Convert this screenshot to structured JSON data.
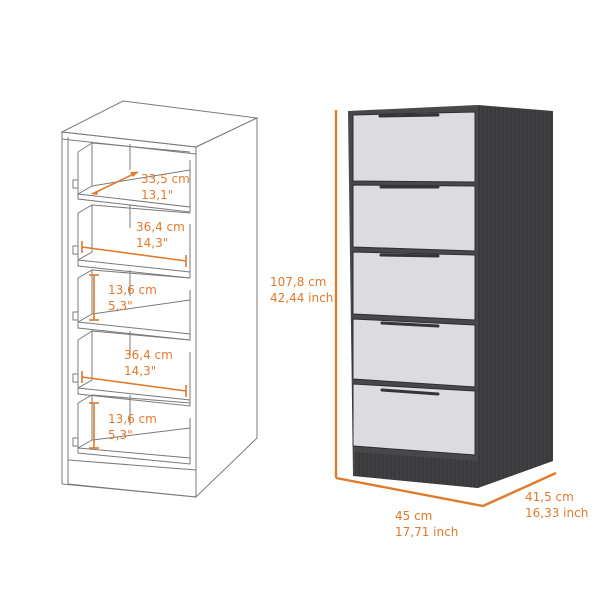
{
  "colors": {
    "accent": "#e07a2c",
    "outline": "#6a6a6a",
    "carcass_dark": "#3c3c3e",
    "drawer_front": "#dcdcdc",
    "handle": "#3a3a3a"
  },
  "interior_diagram": {
    "drawer_1": {
      "depth_cm": "33,5 cm",
      "depth_in": "13,1\""
    },
    "drawer_2": {
      "width_cm": "36,4 cm",
      "width_in": "14,3\""
    },
    "drawer_3": {
      "height_cm": "13,6 cm",
      "height_in": "5,3\""
    },
    "drawer_4": {
      "width_cm": "36,4 cm",
      "width_in": "14,3\""
    },
    "drawer_5": {
      "height_cm": "13,6 cm",
      "height_in": "5,3\""
    }
  },
  "exterior_dimensions": {
    "height_cm": "107,8 cm",
    "height_in": "42,44 inch",
    "width_cm": "45 cm",
    "width_in": "17,71 inch",
    "depth_cm": "41,5 cm",
    "depth_in": "16,33 inch"
  },
  "product": {
    "drawer_count": 5
  }
}
